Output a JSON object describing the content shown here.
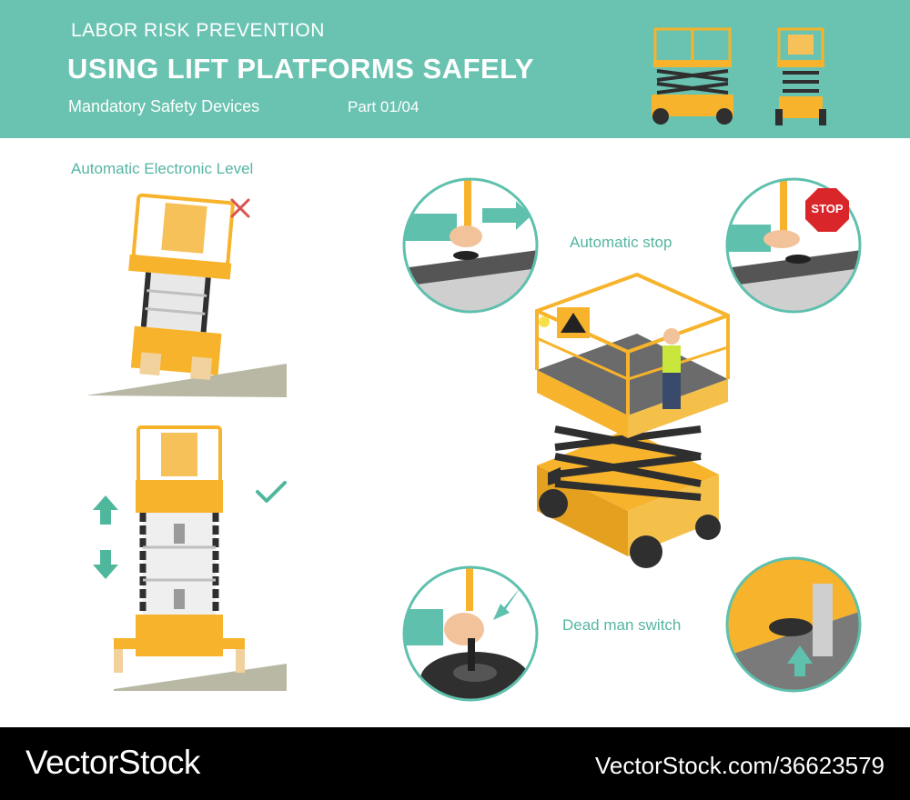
{
  "header": {
    "kicker": "LABOR RISK PREVENTION",
    "title": "USING LIFT PLATFORMS SAFELY",
    "subtitle": "Mandatory Safety Devices",
    "part": "Part 01/04"
  },
  "labels": {
    "level": "Automatic Electronic Level",
    "auto_stop": "Automatic stop",
    "dead_man": "Dead man switch",
    "stop_sign": "STOP"
  },
  "footer": {
    "brand": "VectorStock",
    "url": "VectorStock.com/36623579"
  },
  "colors": {
    "teal": "#6ac3b1",
    "label_teal": "#55b5a2",
    "lift_yellow": "#f7b32b",
    "dark": "#2f2f2f",
    "wrong_red": "#d9534f"
  }
}
